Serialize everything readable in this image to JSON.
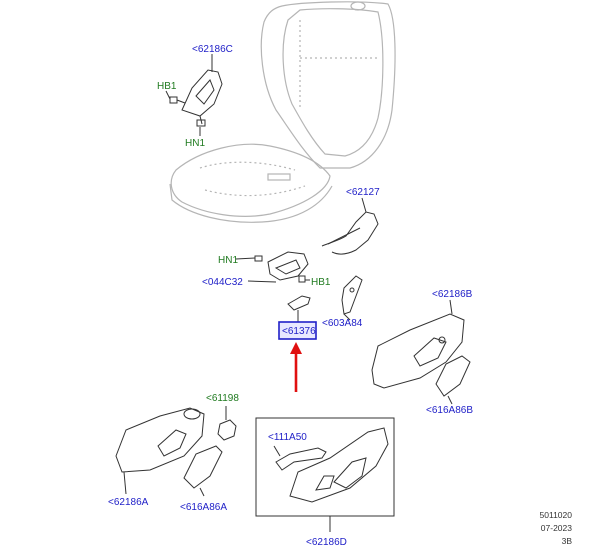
{
  "labels": {
    "p62186C": "<62186C",
    "hb1_top": "HB1",
    "hn1_top": "HN1",
    "p62127": "<62127",
    "hn1_mid": "HN1",
    "p044C32": "<044C32",
    "hb1_mid": "HB1",
    "p603A84": "<603A84",
    "p61376": "<61376",
    "p62186B": "<62186B",
    "p616A86B": "<616A86B",
    "p61198": "<61198",
    "p111A50": "<111A50",
    "p62186A": "<62186A",
    "p616A86A": "<616A86A",
    "p62186D": "<62186D"
  },
  "reference": {
    "line1": "5011020",
    "line2": "07-2023",
    "line3": "3B"
  },
  "colors": {
    "part_label": "#2121c8",
    "hardware_label": "#1f7a1f",
    "highlight_arrow": "#e01010",
    "line": "#333333",
    "seat_outline": "#b5b5b5"
  }
}
